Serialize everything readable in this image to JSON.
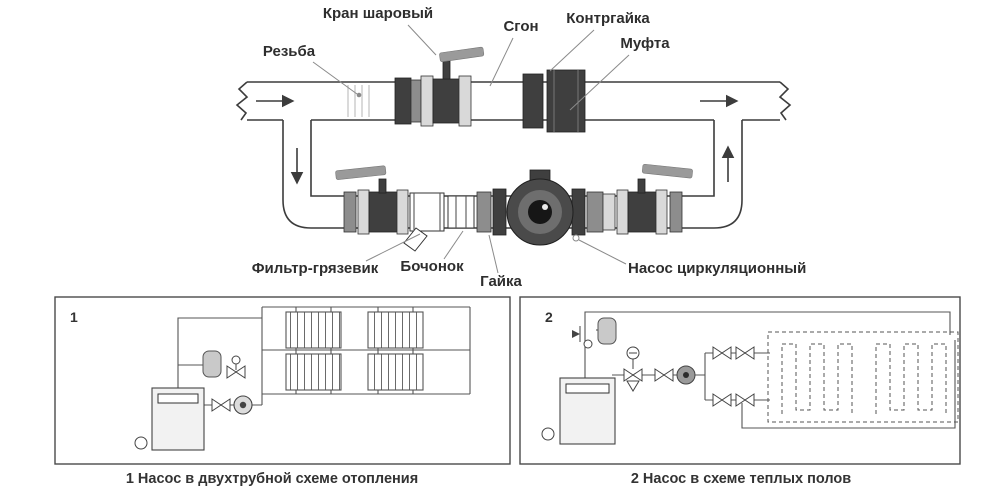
{
  "top_diagram": {
    "labels": {
      "ball_valve": "Кран шаровый",
      "sgon": "Сгон",
      "locknut": "Контргайка",
      "coupling": "Муфта",
      "thread": "Резьба",
      "filter": "Фильтр-грязевик",
      "barrel": "Бочонок",
      "nut": "Гайка",
      "pump": "Насос циркуляционный"
    }
  },
  "panels": [
    {
      "number": "1",
      "caption": "1 Насос в двухтрубной схеме отопления"
    },
    {
      "number": "2",
      "caption": "2 Насос в схеме теплых полов"
    }
  ],
  "colors": {
    "line": "#3c3c3c",
    "dark_fill": "#3f3f3f",
    "mid_fill": "#6e6e6e",
    "handle": "#9a9a9a",
    "label_text": "#2e2e2e",
    "leader": "#8a8a8a"
  }
}
